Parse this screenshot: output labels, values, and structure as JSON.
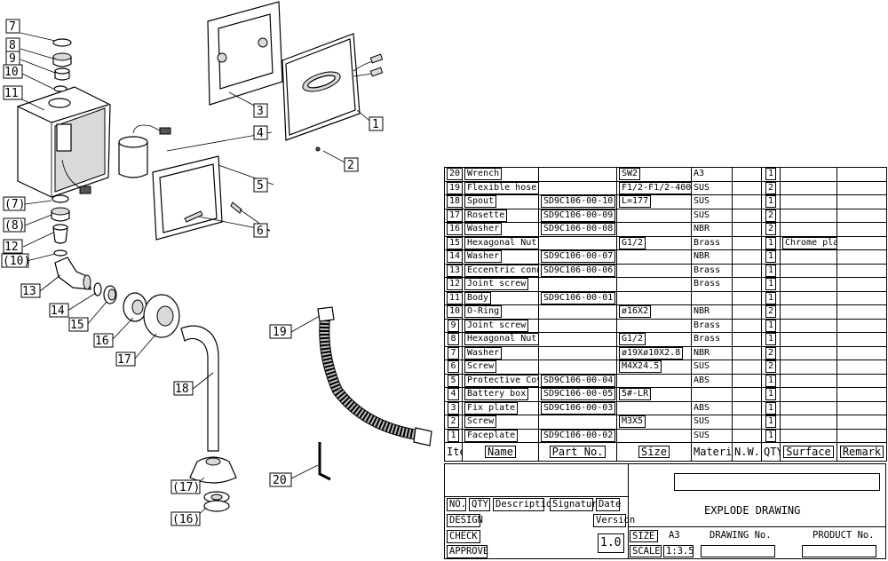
{
  "callouts": {
    "c1": "1",
    "c2": "2",
    "c3": "3",
    "c4": "4",
    "c5": "5",
    "c6": "6",
    "c7": "7",
    "c8": "8",
    "c9": "9",
    "c10": "10",
    "c11": "11",
    "c7b": "(7)",
    "c8b": "(8)",
    "c12": "12",
    "c10b": "(10)",
    "c13": "13",
    "c14": "14",
    "c15": "15",
    "c16": "16",
    "c17": "17",
    "c18": "18",
    "c19": "19",
    "c20": "20",
    "c17b": "(17)",
    "c16b": "(16)"
  },
  "bom": {
    "rows": [
      {
        "item": "20",
        "name": "Wrench",
        "part": "",
        "size": "SW2",
        "material": "A3",
        "nw": "",
        "qty": "1",
        "surface": "",
        "remark": ""
      },
      {
        "item": "19",
        "name": "Flexible hose",
        "part": "",
        "size": "F1/2-F1/2-400",
        "material": "SUS",
        "nw": "",
        "qty": "2",
        "surface": "",
        "remark": ""
      },
      {
        "item": "18",
        "name": "Spout",
        "part": "SD9C106-00-10",
        "size": "L=177",
        "material": "SUS",
        "nw": "",
        "qty": "1",
        "surface": "",
        "remark": ""
      },
      {
        "item": "17",
        "name": "Rosette",
        "part": "SD9C106-00-09",
        "size": "",
        "material": "SUS",
        "nw": "",
        "qty": "2",
        "surface": "",
        "remark": ""
      },
      {
        "item": "16",
        "name": "Washer",
        "part": "SD9C106-00-08",
        "size": "",
        "material": "NBR",
        "nw": "",
        "qty": "2",
        "surface": "",
        "remark": ""
      },
      {
        "item": "15",
        "name": "Hexagonal Nut",
        "part": "",
        "size": "G1/2",
        "material": "Brass",
        "nw": "",
        "qty": "1",
        "surface": "Chrome plated",
        "remark": ""
      },
      {
        "item": "14",
        "name": "Washer",
        "part": "SD9C106-00-07",
        "size": "",
        "material": "NBR",
        "nw": "",
        "qty": "1",
        "surface": "",
        "remark": ""
      },
      {
        "item": "13",
        "name": "Eccentric connection",
        "part": "SD9C106-00-06",
        "size": "",
        "material": "Brass",
        "nw": "",
        "qty": "1",
        "surface": "",
        "remark": ""
      },
      {
        "item": "12",
        "name": "Joint screw",
        "part": "",
        "size": "",
        "material": "Brass",
        "nw": "",
        "qty": "1",
        "surface": "",
        "remark": ""
      },
      {
        "item": "11",
        "name": "Body",
        "part": "SD9C106-00-01",
        "size": "",
        "material": "",
        "nw": "",
        "qty": "1",
        "surface": "",
        "remark": ""
      },
      {
        "item": "10",
        "name": "O-Ring",
        "part": "",
        "size": "ø16X2",
        "material": "NBR",
        "nw": "",
        "qty": "2",
        "surface": "",
        "remark": ""
      },
      {
        "item": "9",
        "name": "Joint screw",
        "part": "",
        "size": "",
        "material": "Brass",
        "nw": "",
        "qty": "1",
        "surface": "",
        "remark": ""
      },
      {
        "item": "8",
        "name": "Hexagonal Nut",
        "part": "",
        "size": "G1/2",
        "material": "Brass",
        "nw": "",
        "qty": "1",
        "surface": "",
        "remark": ""
      },
      {
        "item": "7",
        "name": "Washer",
        "part": "",
        "size": "ø19Xø10X2.8",
        "material": "NBR",
        "nw": "",
        "qty": "2",
        "surface": "",
        "remark": ""
      },
      {
        "item": "6",
        "name": "Screw",
        "part": "",
        "size": "M4X24.5",
        "material": "SUS",
        "nw": "",
        "qty": "2",
        "surface": "",
        "remark": ""
      },
      {
        "item": "5",
        "name": "Protective Cover",
        "part": "SD9C106-00-04",
        "size": "",
        "material": "ABS",
        "nw": "",
        "qty": "1",
        "surface": "",
        "remark": ""
      },
      {
        "item": "4",
        "name": "Battery box",
        "part": "SD9C106-00-05",
        "size": "5#-LR",
        "material": "",
        "nw": "",
        "qty": "1",
        "surface": "",
        "remark": ""
      },
      {
        "item": "3",
        "name": "Fix plate",
        "part": "SD9C106-00-03",
        "size": "",
        "material": "ABS",
        "nw": "",
        "qty": "1",
        "surface": "",
        "remark": ""
      },
      {
        "item": "2",
        "name": "Screw",
        "part": "",
        "size": "M3X5",
        "material": "SUS",
        "nw": "",
        "qty": "1",
        "surface": "",
        "remark": ""
      },
      {
        "item": "1",
        "name": "Faceplate",
        "part": "SD9C106-00-02",
        "size": "",
        "material": "SUS",
        "nw": "",
        "qty": "1",
        "surface": "",
        "remark": ""
      }
    ],
    "headers": {
      "item": "Item",
      "name": "Name",
      "part": "Part No.",
      "size": "Size",
      "material": "Material",
      "nw": "N.W.",
      "qty": "QTY",
      "surface": "Surface",
      "remark": "Remark"
    }
  },
  "titleblock": {
    "no": "NO.",
    "qty": "QTY",
    "description": "Description",
    "signature": "Signature",
    "date": "Date",
    "design": "DESIGN",
    "version": "Version",
    "check": "CHECK",
    "approve": "APPROVE",
    "title": "EXPLODE DRAWING",
    "version_value": "1.0",
    "size": "SIZE",
    "size_value": "A3",
    "scale": "SCALE",
    "scale_value": "1:3.5",
    "drawing_no": "DRAWING  No.",
    "product_no": "PRODUCT No."
  }
}
